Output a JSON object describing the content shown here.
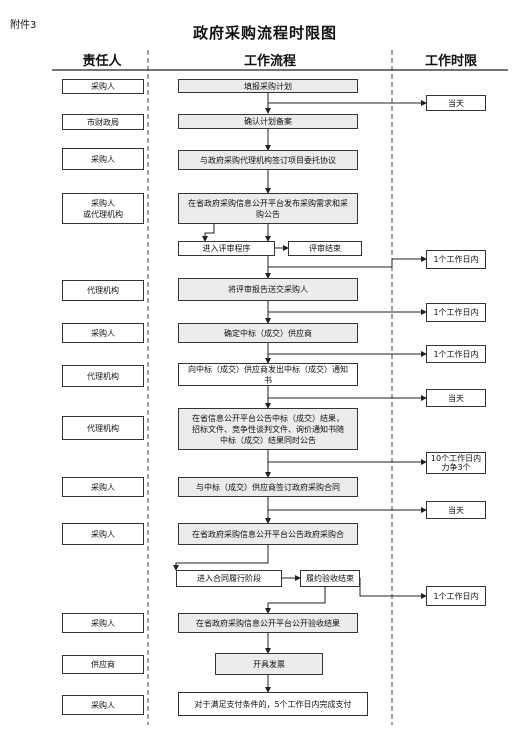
{
  "attachment_label": "附件3",
  "title": "政府采购流程时限图",
  "headers": {
    "left": "责任人",
    "middle": "工作流程",
    "right": "工作时限"
  },
  "responsible": {
    "r1": "采购人",
    "r2": "市财政局",
    "r3": "采购人",
    "r4": "采购人\n或代理机构",
    "r5": "代理机构",
    "r6": "采购人",
    "r7": "代理机构",
    "r8": "代理机构",
    "r9": "采购人",
    "r10": "采购人",
    "r11": "采购人",
    "r12": "供应商",
    "r13": "采购人"
  },
  "process": {
    "p1": "填报采购计划",
    "p2": "确认计划备案",
    "p3": "与政府采购代理机构签订项目委托协议",
    "p4": "在省政府采购信息公开平台发布采购需求和采\n购公告",
    "p5a": "进入评审程序",
    "p5b": "评审结束",
    "p6": "将评审报告送交采购人",
    "p7": "确定中标（成交）供应商",
    "p8": "向中标（成交）供应商发出中标（成交）通知\n书",
    "p9": "在省信息公开平台公告中标（成交）结果，\n招标文件、竞争性谈判文件、询价通知书随\n中标（成交）结果同时公告",
    "p10": "与中标（成交）供应商签订政府采购合同",
    "p11": "在省政府采购信息公开平台公告政府采购合",
    "p12a": "进入合同履行阶段",
    "p12b": "履约验收结束",
    "p13": "在省政府采购信息公开平台公开验收结果",
    "p14": "开具发票",
    "p15": "对于满足支付条件的，5个工作日内完成支付"
  },
  "time_limits": {
    "t1": "当天",
    "t2": "1个工作日内",
    "t3": "1个工作日内",
    "t4": "1个工作日内",
    "t5": "当天",
    "t6": "10个工作日内\n力争3个",
    "t7": "当天",
    "t8": "1个工作日内"
  }
}
